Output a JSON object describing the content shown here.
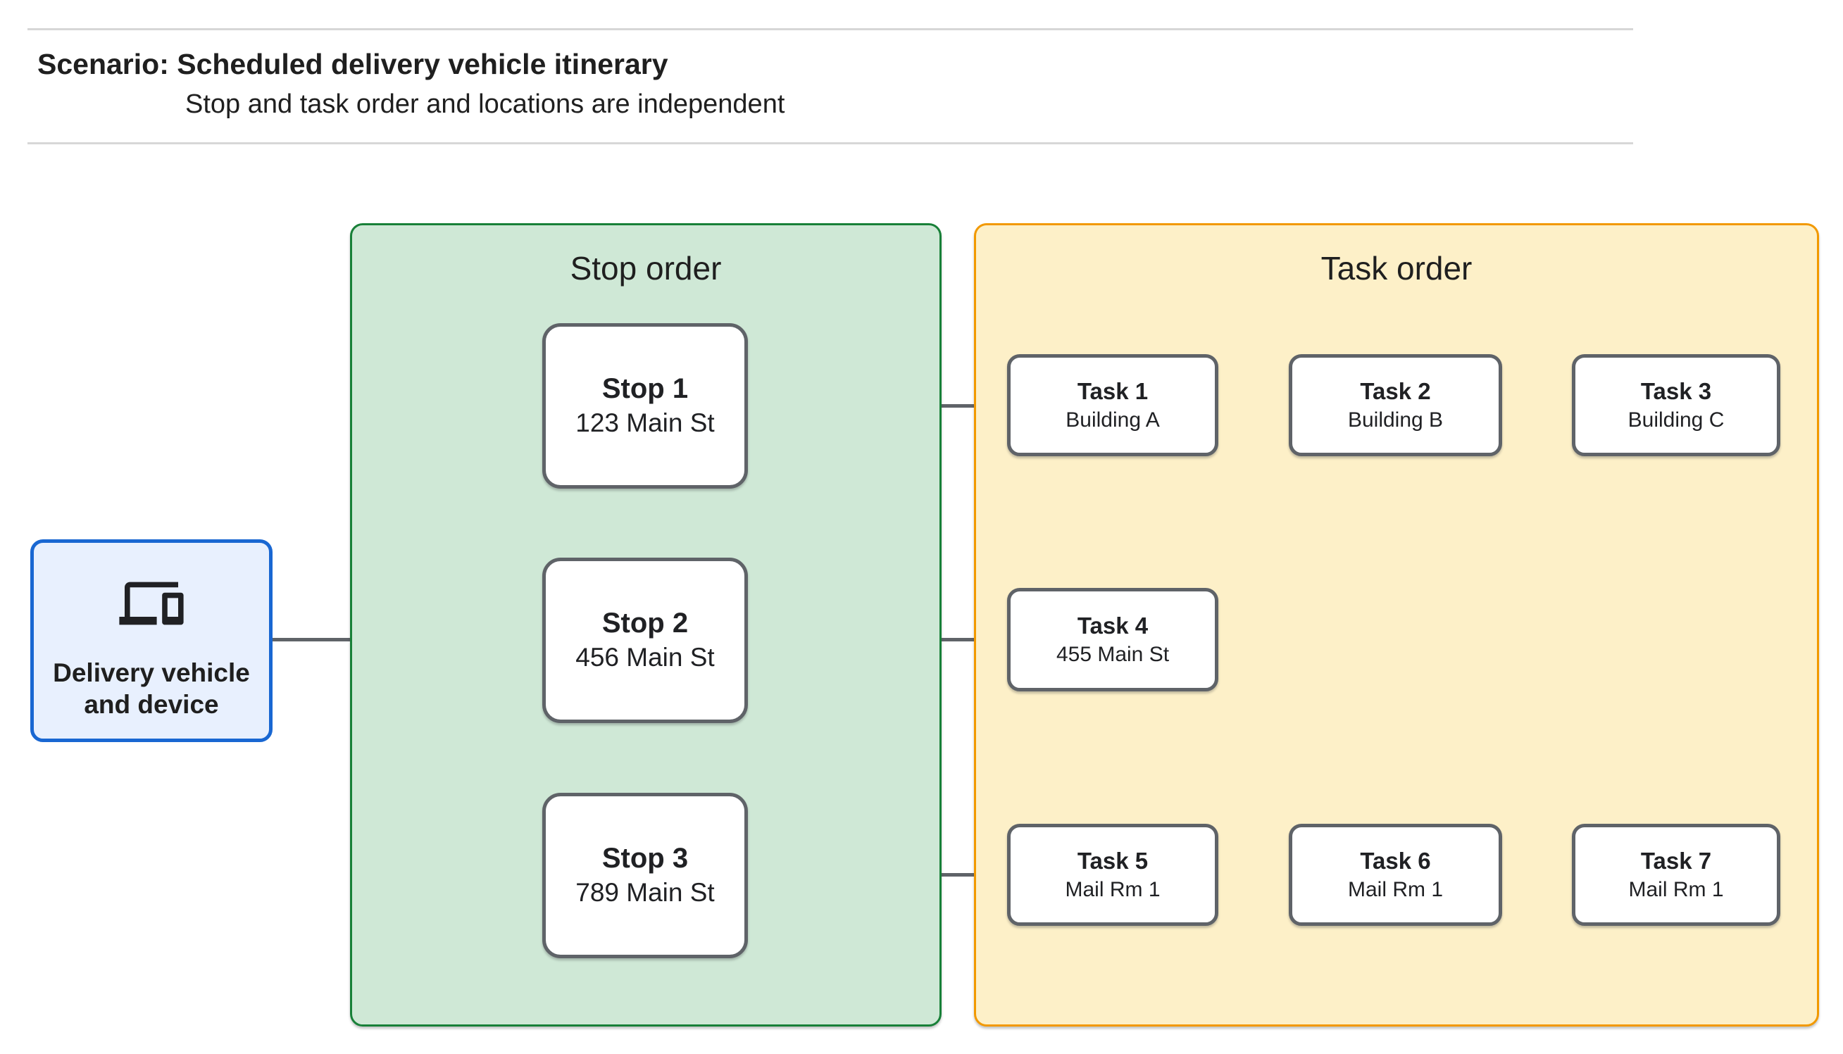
{
  "page": {
    "title": "Scenario: Scheduled delivery vehicle itinerary",
    "subtitle": "Stop and task order and locations are independent"
  },
  "device_node": {
    "label": "Delivery vehicle and device",
    "icon": "devices-icon"
  },
  "stop_panel": {
    "title": "Stop order",
    "stops": [
      {
        "name": "Stop 1",
        "location": "123 Main St"
      },
      {
        "name": "Stop 2",
        "location": "456 Main St"
      },
      {
        "name": "Stop 3",
        "location": "789 Main St"
      }
    ]
  },
  "task_panel": {
    "title": "Task order",
    "rows": [
      {
        "tasks": [
          {
            "name": "Task 1",
            "location": "Building A"
          },
          {
            "name": "Task 2",
            "location": "Building B"
          },
          {
            "name": "Task 3",
            "location": "Building C"
          }
        ]
      },
      {
        "tasks": [
          {
            "name": "Task 4",
            "location": "455 Main St"
          }
        ]
      },
      {
        "tasks": [
          {
            "name": "Task 5",
            "location": "Mail Rm 1"
          },
          {
            "name": "Task 6",
            "location": "Mail Rm 1"
          },
          {
            "name": "Task 7",
            "location": "Mail Rm 1"
          }
        ]
      }
    ]
  },
  "colors": {
    "stop_panel_fill": "#cfe8d6",
    "stop_panel_border": "#188038",
    "task_panel_fill": "#fdf0c8",
    "task_panel_border": "#f29900",
    "vehicle_fill": "#e8f0fe",
    "vehicle_border": "#1967d2",
    "node_border": "#5f6368",
    "connector": "#5f6368",
    "divider": "#d7d7d7",
    "text": "#1f1f1f"
  }
}
